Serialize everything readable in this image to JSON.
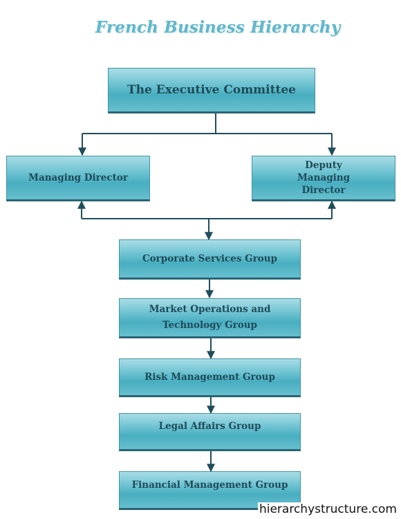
{
  "title": "French Business Hierarchy",
  "nodes": {
    "executive": "The Executive Committee",
    "managing_director": "Managing Director",
    "deputy_md": "Deputy Managing Director",
    "corporate_services": "Corporate Services Group",
    "market_operations": "Market Operations and Technology Group",
    "risk_management": "Risk Management Group",
    "legal_affairs": "Legal Affairs Group",
    "financial_management": "Financial Management Group"
  },
  "credit": "hierarchystructure.com",
  "colors": {
    "box_fill": "#5bb8c9",
    "box_text": "#1e4a58",
    "connector": "#1f4d5a",
    "title": "#5fb8cc"
  }
}
